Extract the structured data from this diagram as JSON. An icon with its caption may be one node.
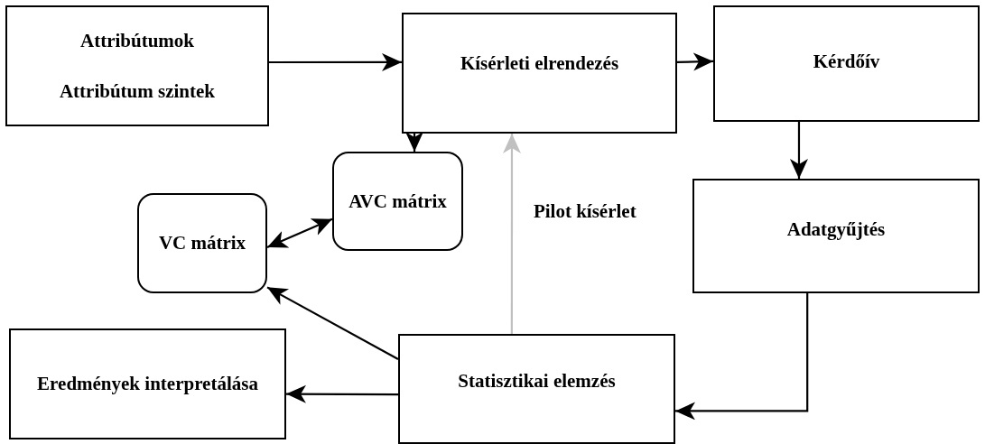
{
  "diagram": {
    "nodes": [
      {
        "text": [
          "Attribútumok",
          "Attribútum szintek"
        ]
      },
      {
        "text": [
          "Kísérleti elrendezés"
        ]
      },
      {
        "text": [
          "Kérdőív"
        ]
      },
      {
        "text": [
          "AVC mátrix"
        ]
      },
      {
        "text": [
          "VC mátrix"
        ]
      },
      {
        "text": [
          "Adatgyűjtés"
        ]
      },
      {
        "text": [
          "Eredmények interpretálása"
        ]
      },
      {
        "text": [
          "Statisztikai elemzés"
        ]
      }
    ],
    "edges": [
      {
        "from": 0,
        "to": 1,
        "arrow": "to"
      },
      {
        "from": 1,
        "to": 2,
        "arrow": "to"
      },
      {
        "from": 2,
        "to": 5,
        "arrow": "to"
      },
      {
        "from": 1,
        "to": 3,
        "arrow": "to"
      },
      {
        "from": 4,
        "to": 3,
        "arrow": "both"
      },
      {
        "from": 5,
        "to": 7,
        "arrow": "to"
      },
      {
        "from": 7,
        "to": 4,
        "arrow": "to"
      },
      {
        "from": 7,
        "to": 6,
        "arrow": "to"
      },
      {
        "from": 7,
        "to": 1,
        "arrow": "to",
        "label": "Pilot kísérlet",
        "color": "#c0c0c0"
      }
    ]
  }
}
